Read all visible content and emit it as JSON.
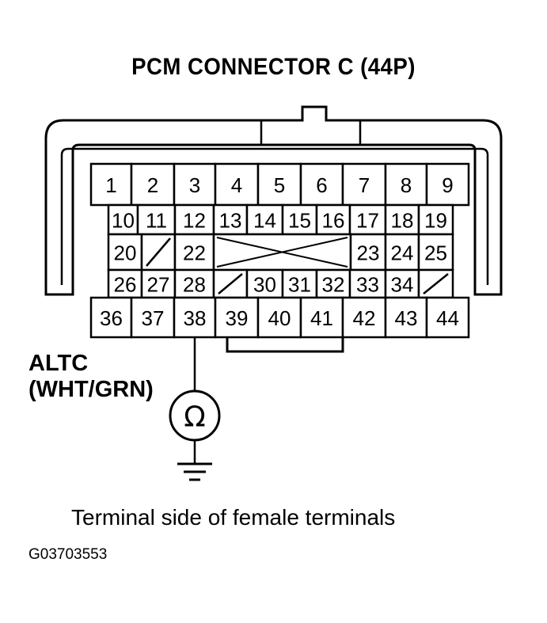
{
  "title": "PCM CONNECTOR C (44P)",
  "wire": {
    "name": "ALTC",
    "color_code": "(WHT/GRN)"
  },
  "meter_symbol": "Ω",
  "caption": "Terminal side of female terminals",
  "figure_code": "G03703553",
  "connector": {
    "rows": [
      [
        "1",
        "2",
        "3",
        "4",
        "5",
        "6",
        "7",
        "8",
        "9"
      ],
      [
        "10",
        "11",
        "12",
        "13",
        "14",
        "15",
        "16",
        "17",
        "18",
        "19"
      ],
      [
        "20",
        "/",
        "22",
        "X",
        "23",
        "24",
        "25"
      ],
      [
        "26",
        "27",
        "28",
        "/",
        "30",
        "31",
        "32",
        "33",
        "34",
        "/"
      ],
      [
        "36",
        "37",
        "38",
        "39",
        "40",
        "41",
        "42",
        "43",
        "44"
      ]
    ],
    "probed_terminal": "38"
  },
  "icons": {
    "meter": "ohmmeter-icon",
    "ground": "ground-icon"
  }
}
